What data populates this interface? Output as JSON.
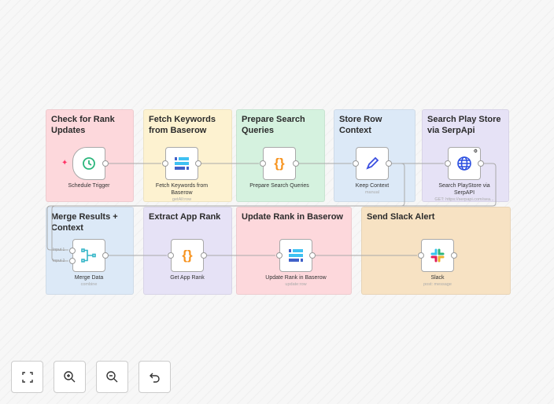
{
  "notes": [
    {
      "title": "Check for Rank Updates",
      "color": "#fdd8dc"
    },
    {
      "title": "Fetch Keywords from Baserow",
      "color": "#fdf2d0"
    },
    {
      "title": "Prepare Search Queries",
      "color": "#d5f2df"
    },
    {
      "title": "Store Row Context",
      "color": "#dce9f7"
    },
    {
      "title": "Search Play Store via SerpApi",
      "color": "#e6e2f6"
    },
    {
      "title": "Merge Results + Context",
      "color": "#dce9f7"
    },
    {
      "title": "Extract App Rank",
      "color": "#e6e2f6"
    },
    {
      "title": "Update Rank in Baserow",
      "color": "#fdd8dc"
    },
    {
      "title": "Send Slack Alert",
      "color": "#f7e2c3"
    }
  ],
  "nodes": {
    "schedule": {
      "label": "Schedule Trigger",
      "icon": "clock-icon"
    },
    "fetch": {
      "label": "Fetch Keywords from Baserow",
      "sub": "getAll:row",
      "icon": "baserow-icon"
    },
    "prepare": {
      "label": "Prepare Search Queries",
      "icon": "code-braces-icon"
    },
    "keep": {
      "label": "Keep Context",
      "sub": "manual",
      "icon": "pencil-icon"
    },
    "search": {
      "label": "Search PlayStore via SerpAPI",
      "sub": "GET: https://serpapi.com/sea...",
      "icon": "globe-icon"
    },
    "merge": {
      "label": "Merge Data",
      "sub": "combine",
      "icon": "merge-icon",
      "inputs": [
        "Input 1",
        "Input 2"
      ]
    },
    "getrank": {
      "label": "Get App Rank",
      "icon": "code-braces-icon"
    },
    "update": {
      "label": "Update Rank in Baserow",
      "sub": "update:row",
      "icon": "baserow-icon"
    },
    "slack": {
      "label": "Slack",
      "sub": "post: message",
      "icon": "slack-icon"
    }
  },
  "controls": [
    "fit-view",
    "zoom-in",
    "zoom-out",
    "undo"
  ]
}
